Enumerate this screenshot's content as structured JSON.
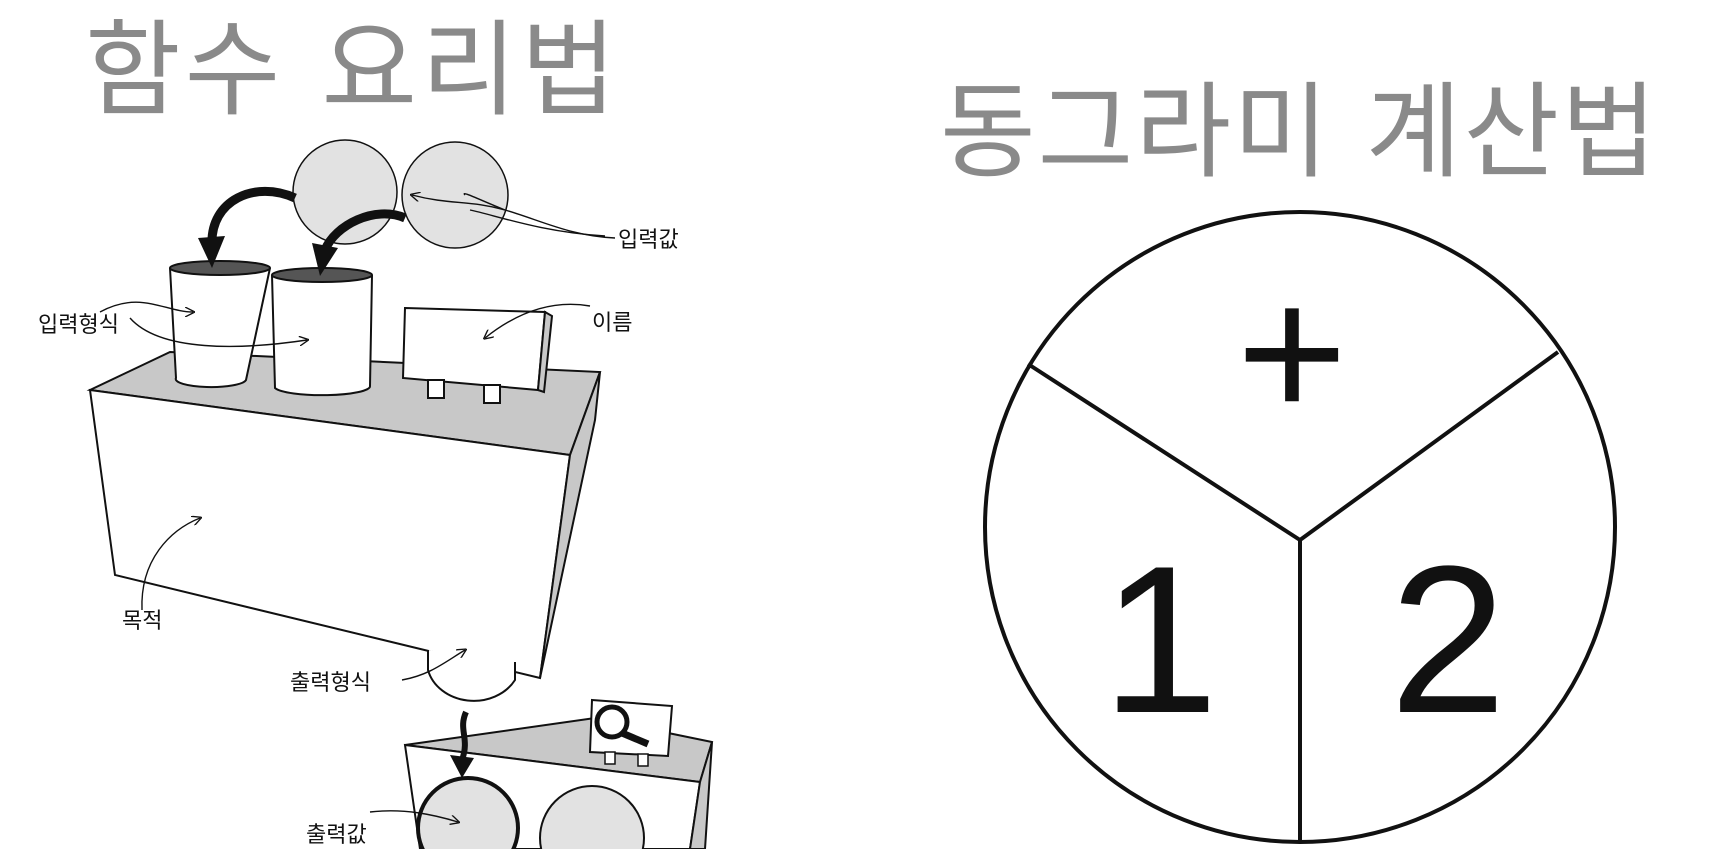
{
  "titles": {
    "left": "함수 요리법",
    "right": "동그라미 계산법"
  },
  "machine_labels": {
    "input_value": "입력값",
    "input_type": "입력형식",
    "name": "이름",
    "purpose": "목적",
    "output_type": "출력형식",
    "output_value": "출력값"
  },
  "circle": {
    "operator": "+",
    "left_operand": "1",
    "right_operand": "2"
  },
  "colors": {
    "title": "#8a8a8a",
    "line": "#111111",
    "shade": "#c8c8c8",
    "ball": "#e2e2e2"
  }
}
